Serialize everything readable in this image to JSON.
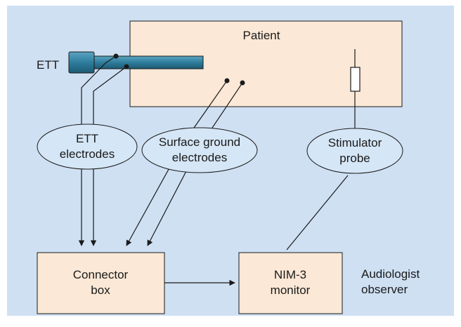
{
  "colors": {
    "background": "#cfe0f3",
    "box_fill": "#fbe8d6",
    "ellipse_fill": "#d5e6f6",
    "tube_fill": "#2e7d9c",
    "line": "#1a1a1a"
  },
  "labels": {
    "patient": "Patient",
    "ett": "ETT",
    "ett_electrodes_line1": "ETT",
    "ett_electrodes_line2": "electrodes",
    "surface_line1": "Surface ground",
    "surface_line2": "electrodes",
    "stimulator_line1": "Stimulator",
    "stimulator_line2": "probe",
    "connector_line1": "Connector",
    "connector_line2": "box",
    "nim_line1": "NIM-3",
    "nim_line2": "monitor",
    "audiologist_line1": "Audiologist",
    "audiologist_line2": "observer"
  }
}
